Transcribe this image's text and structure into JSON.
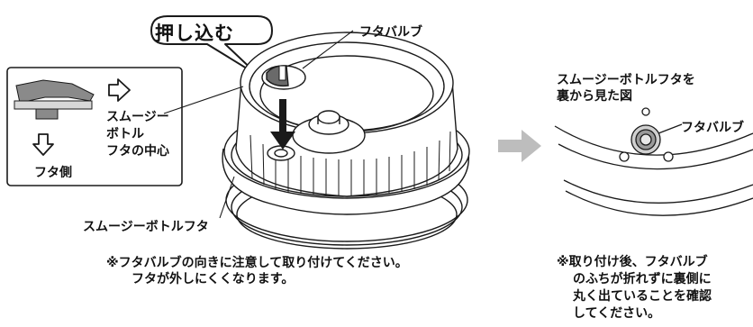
{
  "callout": "押し込む",
  "left_labels": {
    "valve": "フタバルブ",
    "center": [
      "スムージー",
      "ボトル",
      "フタの中心"
    ],
    "lid_side": "フタ側",
    "lid": "スムージーボトルフタ"
  },
  "left_note": [
    "※フタバルブの向きに注意して取り付けてください。",
    "フタが外しにくくなります。"
  ],
  "right_title": [
    "スムージーボトルフタを",
    "裏から見た図"
  ],
  "right_valve_label": "フタバルブ",
  "right_note": [
    "※取り付け後、フタバルブ",
    "のふちが折れずに裏側に",
    "丸く出ていることを確認",
    "してください。"
  ],
  "colors": {
    "line": "#1a1a1a",
    "arrow_gray": "#bdbdbd",
    "part_gray": "#8a8a8a",
    "valve_dark": "#6a6a6a"
  }
}
